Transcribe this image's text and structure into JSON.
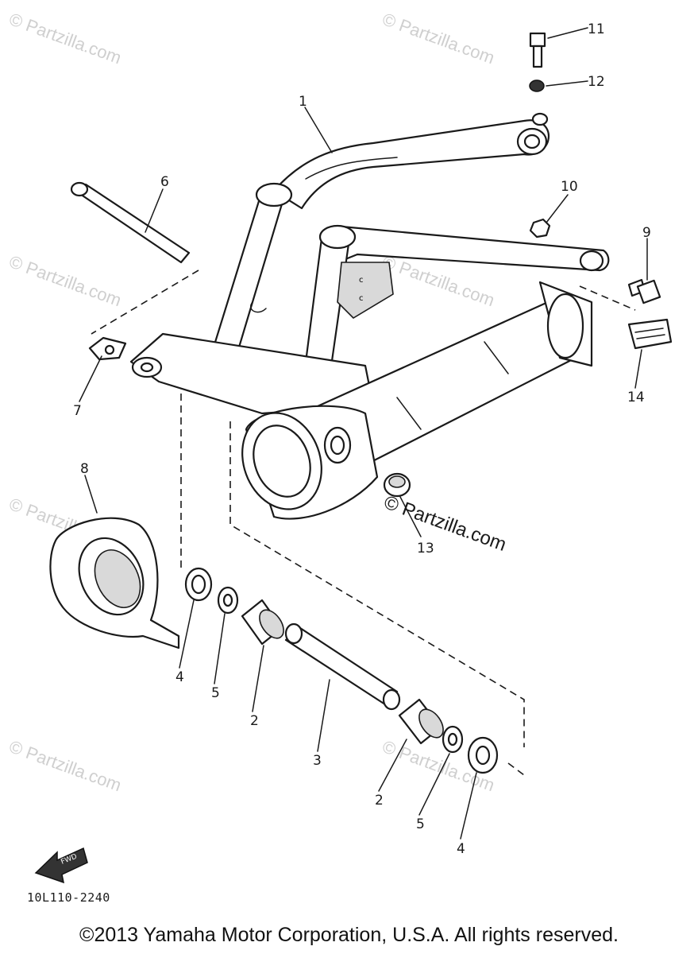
{
  "watermark": "© Partzilla.com",
  "callouts": {
    "p1": "1",
    "p2a": "2",
    "p2b": "2",
    "p3": "3",
    "p4a": "4",
    "p4b": "4",
    "p5a": "5",
    "p5b": "5",
    "p6": "6",
    "p7": "7",
    "p8": "8",
    "p9": "9",
    "p10": "10",
    "p11": "11",
    "p12": "12",
    "p13": "13",
    "p14": "14"
  },
  "fwd_label": "FWD",
  "diagram_code": "10L110-2240",
  "copyright": "©2013 Yamaha Motor Corporation, U.S.A. All rights reserved."
}
